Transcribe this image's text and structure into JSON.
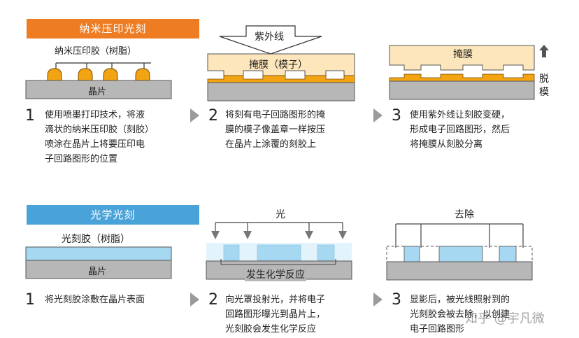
{
  "nanoimprint": {
    "banner": "纳米压印光刻",
    "step1": {
      "resin_label": "纳米压印胶（树脂）",
      "wafer_label": "晶片",
      "number": "1",
      "text": [
        "使用喷墨打印技术，将液",
        "滴状的纳米压印胶（刻胶）",
        "喷涂在晶片上将要压印电",
        "子回路图形的位置"
      ]
    },
    "step2": {
      "uv_label": "紫外线",
      "mask_label": "掩膜（模子）",
      "number": "2",
      "text": [
        "将刻有电子回路图形的掩",
        "膜的模子像盖章一样按压",
        "在晶片上涂覆的刻胶上"
      ]
    },
    "step3": {
      "mask_label": "掩膜",
      "release_label": [
        "脱",
        "模"
      ],
      "number": "3",
      "text": [
        "使用紫外线让刻胶变硬，",
        "形成电子回路图形，然后",
        "将掩膜从刻胶分离"
      ]
    }
  },
  "photolithography": {
    "banner": "光学光刻",
    "step1": {
      "resist_label": "光刻胶（树脂）",
      "wafer_label": "晶片",
      "number": "1",
      "text": [
        "将光刻胶涂敷在晶片表面"
      ]
    },
    "step2": {
      "light_label": "光",
      "reaction_label": "发生化学反应",
      "number": "2",
      "text": [
        "向光罩投射光，并将电子",
        "回路图形曝光到晶片上，",
        "光刻胶会发生化学反应"
      ]
    },
    "step3": {
      "remove_label": "去除",
      "number": "3",
      "text": [
        "显影后，被光线照射到的",
        "光刻胶会被去除，以创建",
        "电子回路图形"
      ]
    }
  },
  "watermark": "知乎 @宇凡微",
  "colors": {
    "orange": "#ee7c22",
    "resin": "#f2a412",
    "mask": "#fde6bb",
    "blue": "#4aa3d8",
    "resist": "#a7d8f2",
    "wafer": "#b7b7b7",
    "arrow": "#9a9a9a"
  },
  "icons": [
    "step-arrow-icon",
    "down-arrow-icon",
    "up-arrow-icon"
  ]
}
